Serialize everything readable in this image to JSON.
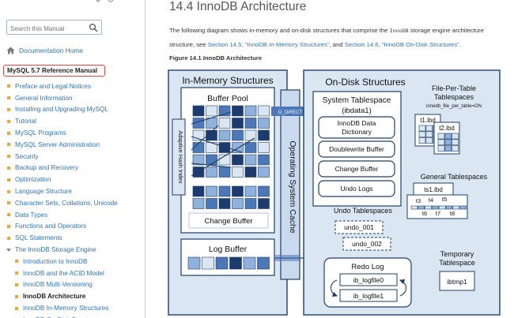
{
  "sidebar": {
    "search_placeholder": "Search this Manual",
    "home_label": "Documentation Home",
    "manual_title": "MySQL 5.7 Reference Manual",
    "items": [
      {
        "label": "Preface and Legal Notices",
        "level": 0,
        "active": false
      },
      {
        "label": "General Information",
        "level": 0,
        "active": false
      },
      {
        "label": "Installing and Upgrading MySQL",
        "level": 0,
        "active": false
      },
      {
        "label": "Tutorial",
        "level": 0,
        "active": false
      },
      {
        "label": "MySQL Programs",
        "level": 0,
        "active": false
      },
      {
        "label": "MySQL Server Administration",
        "level": 0,
        "active": false
      },
      {
        "label": "Security",
        "level": 0,
        "active": false
      },
      {
        "label": "Backup and Recovery",
        "level": 0,
        "active": false
      },
      {
        "label": "Optimization",
        "level": 0,
        "active": false
      },
      {
        "label": "Language Structure",
        "level": 0,
        "active": false
      },
      {
        "label": "Character Sets, Collations, Unicode",
        "level": 0,
        "active": false
      },
      {
        "label": "Data Types",
        "level": 0,
        "active": false
      },
      {
        "label": "Functions and Operators",
        "level": 0,
        "active": false
      },
      {
        "label": "SQL Statements",
        "level": 0,
        "active": false
      },
      {
        "label": "The InnoDB Storage Engine",
        "level": 0,
        "active": false,
        "expanded": true
      },
      {
        "label": "Introduction to InnoDB",
        "level": 1,
        "active": false
      },
      {
        "label": "InnoDB and the ACID Model",
        "level": 1,
        "active": false
      },
      {
        "label": "InnoDB Multi-Versioning",
        "level": 1,
        "active": false
      },
      {
        "label": "InnoDB Architecture",
        "level": 1,
        "active": true
      },
      {
        "label": "InnoDB In-Memory Structures",
        "level": 1,
        "active": false
      },
      {
        "label": "InnoDB On-Disk Structures",
        "level": 1,
        "active": false
      }
    ]
  },
  "content": {
    "title": "14.4 InnoDB Architecture",
    "para": {
      "t1": "The following diagram shows in-memory and on-disk structures that comprise the ",
      "code": "InnoDB",
      "t2": " storage engine architecture",
      "t3": "structure, see ",
      "link1": "Section 14.5, “InnoDB In-Memory Structures”",
      "t4": ", and ",
      "link2": "Section 14.6, “InnoDB On-Disk Structures”",
      "t5": "."
    },
    "figure_caption": "Figure 14.1 InnoDB Architecture"
  },
  "diagram": {
    "in_memory_title": "In-Memory Structures",
    "buffer_pool": "Buffer Pool",
    "adaptive_hash_index": "Adaptive Hash Index",
    "change_buffer": "Change Buffer",
    "log_buffer": "Log Buffer",
    "os_cache": "Operating System Cache",
    "o_direct": "O_DIRECT",
    "on_disk_title": "On-Disk Structures",
    "system_tablespace": "System Tablespace",
    "ibdata": "(ibdata1)",
    "dictionary_line1": "InnoDB Data",
    "dictionary_line2": "Dictionary",
    "doublewrite": "Doublewrite Buffer",
    "sys_change_buffer": "Change Buffer",
    "undo_logs": "Undo Logs",
    "file_per_table_line1": "File-Per-Table",
    "file_per_table_line2": "Tablespaces",
    "file_per_table_setting": "innodb_file_per_table=ON",
    "t1_ibd": "t1.ibd",
    "t2_ibd": "t2.ibd",
    "general_tablespaces": "General Tablespaces",
    "ts1_ibd": "ts1.ibd",
    "gt_t3": "t3",
    "gt_t4": "t4",
    "gt_t5": "t5",
    "gt_t6": "t6",
    "gt_t7": "t7",
    "gt_t8": "t8",
    "undo_tablespaces": "Undo Tablespaces",
    "undo_001": "undo_001",
    "undo_002": "undo_002",
    "redo_log": "Redo Log",
    "ib_logfile0": "ib_logfile0",
    "ib_logfile1": "ib_logfile1",
    "temporary_line1": "Temporary",
    "temporary_line2": "Tablespace",
    "ibtmp1": "ibtmp1"
  },
  "colors": {
    "link": "#2e73b9",
    "diagram_border": "#1f3f66",
    "fill_light": "#dbe6f3",
    "fill_mid": "#8eb2dc",
    "fill_blue": "#4a78b8",
    "fill_dark": "#1c3b6e",
    "highlight_border": "#e2473f"
  }
}
